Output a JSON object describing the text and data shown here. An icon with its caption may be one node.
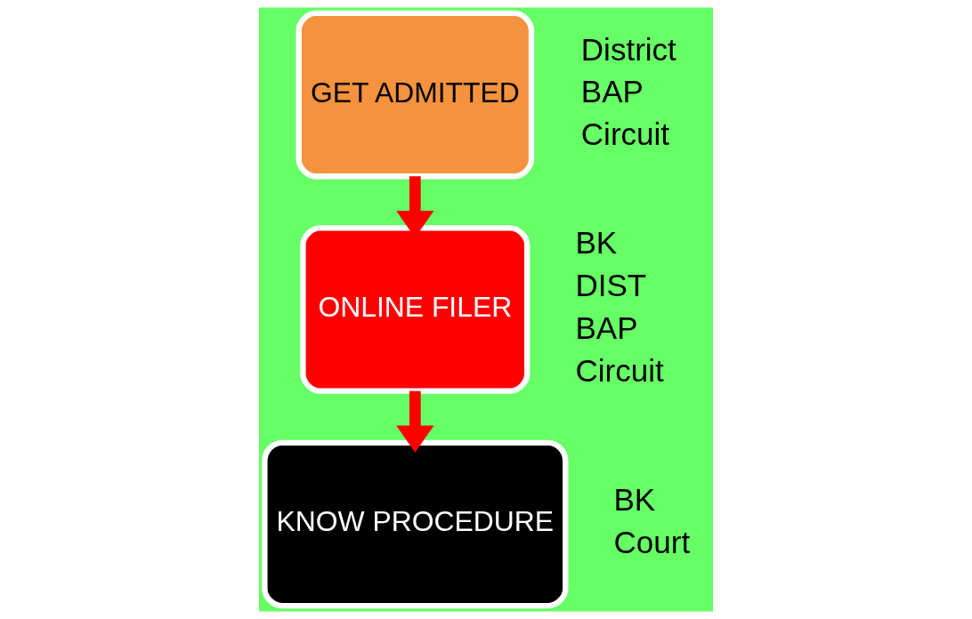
{
  "diagram": {
    "nodes": [
      {
        "text": [
          "GET ADMITTED"
        ],
        "beside": [
          "District",
          "BAP",
          "Circuit"
        ]
      },
      {
        "text": [
          "ONLINE FILER"
        ],
        "beside": [
          "BK",
          "DIST",
          "BAP",
          "Circuit"
        ]
      },
      {
        "text": [
          "KNOW PROCEDURE"
        ],
        "beside": [
          "BK",
          "Court"
        ]
      }
    ],
    "edges": [
      {
        "from": 0,
        "to": 1,
        "arrow": "to"
      },
      {
        "from": 1,
        "to": 2,
        "arrow": "to"
      }
    ]
  }
}
